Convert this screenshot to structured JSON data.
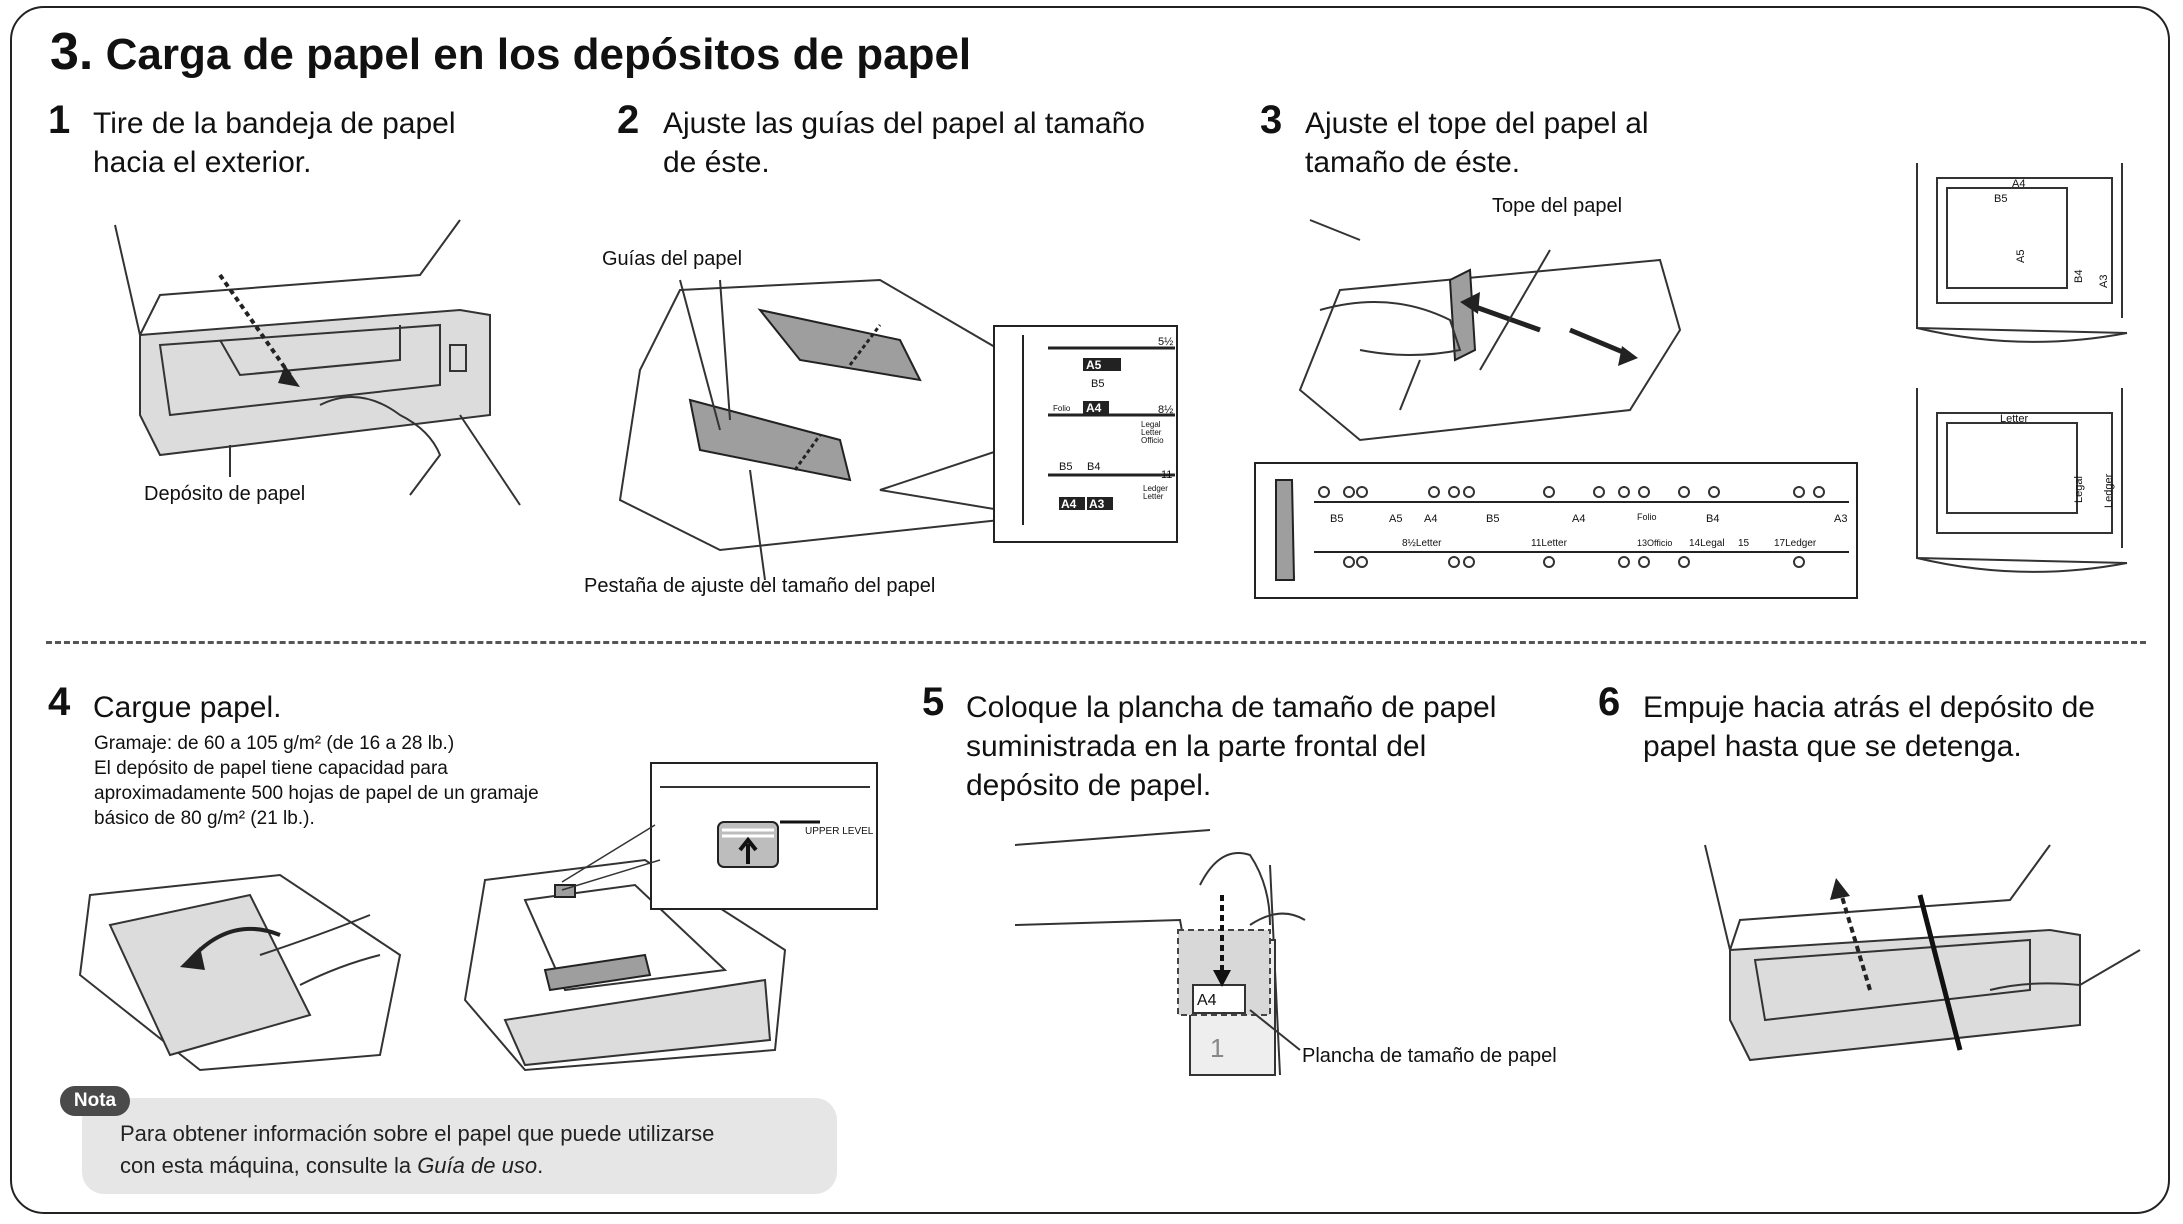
{
  "section": {
    "number": "3.",
    "title": "Carga de papel en los depósitos de papel"
  },
  "steps": [
    {
      "number": "1",
      "text_line1": "Tire de la bandeja de papel",
      "text_line2": "hacia el exterior.",
      "label": "Depósito de papel"
    },
    {
      "number": "2",
      "text_line1": "Ajuste las guías del papel al tamaño",
      "text_line2": "de éste.",
      "label_guides": "Guías del papel",
      "label_tab": "Pestaña de ajuste del tamaño del papel",
      "inset_marks": [
        "5½",
        "A5",
        "B5",
        "Folio",
        "A4",
        "8½",
        "Legal",
        "Letter",
        "Officio",
        "B5",
        "B4",
        "11",
        "Ledger",
        "Letter",
        "A4",
        "A3"
      ]
    },
    {
      "number": "3",
      "text_line1": "Ajuste el tope del papel al",
      "text_line2": "tamaño de éste.",
      "label_stop": "Tope del papel",
      "scale_top": [
        "B5",
        "A5",
        "A4",
        "B5",
        "A4",
        "Folio",
        "B4",
        "A3"
      ],
      "scale_bottom": [
        "8½Letter",
        "11Letter",
        "13Officio",
        "14Legal",
        "15",
        "17Ledger"
      ],
      "tray_top_labels": [
        "A4",
        "B5",
        "A5",
        "B4",
        "A3"
      ],
      "tray_bottom_labels": [
        "Letter",
        "Legal",
        "Ledger"
      ]
    },
    {
      "number": "4",
      "text": "Cargue papel.",
      "detail_line1": "Gramaje: de 60 a 105 g/m² (de 16 a 28 lb.)",
      "detail_line2": "El depósito de papel tiene capacidad para",
      "detail_line3": "aproximadamente 500 hojas de papel de un gramaje",
      "detail_line4": "básico de 80 g/m² (21 lb.).",
      "inset_label": "UPPER LEVEL"
    },
    {
      "number": "5",
      "text_line1": "Coloque la plancha de tamaño de papel",
      "text_line2": "suministrada en la parte frontal del",
      "text_line3": "depósito de papel.",
      "label": "Plancha de tamaño de papel",
      "plate_text": "A4",
      "plate_num": "1"
    },
    {
      "number": "6",
      "text_line1": "Empuje hacia atrás el depósito de",
      "text_line2": "papel hasta que se detenga."
    }
  ],
  "note": {
    "badge": "Nota",
    "line1": "Para obtener información sobre el papel que puede utilizarse",
    "line2_prefix": "con esta máquina, consulte la ",
    "line2_italic": "Guía de uso",
    "line2_suffix": "."
  }
}
